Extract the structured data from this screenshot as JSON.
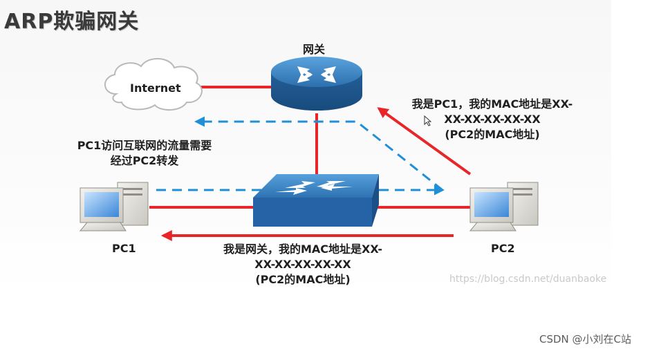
{
  "title": "ARP欺骗网关",
  "labels": {
    "internet": "Internet",
    "gateway": "网关",
    "pc1": "PC1",
    "pc2": "PC2"
  },
  "notes": {
    "pc1_traffic": [
      "PC1访问互联网的流量需要",
      "经过PC2转发"
    ],
    "pc2_to_gateway": [
      "我是PC1，我的MAC地址是XX-",
      "XX-XX-XX-XX-XX",
      "(PC2的MAC地址)"
    ],
    "pc2_to_pc1": [
      "我是网关，我的MAC地址是XX-",
      "XX-XX-XX-XX-XX",
      "(PC2的MAC地址)"
    ]
  },
  "watermark": "https://blog.csdn.net/duanbaoke",
  "credit": "CSDN @小刘在C站",
  "colors": {
    "red_link": "#e8262a",
    "dashed_flow": "#1e8fd8",
    "device_blue": "#2f77b5"
  }
}
